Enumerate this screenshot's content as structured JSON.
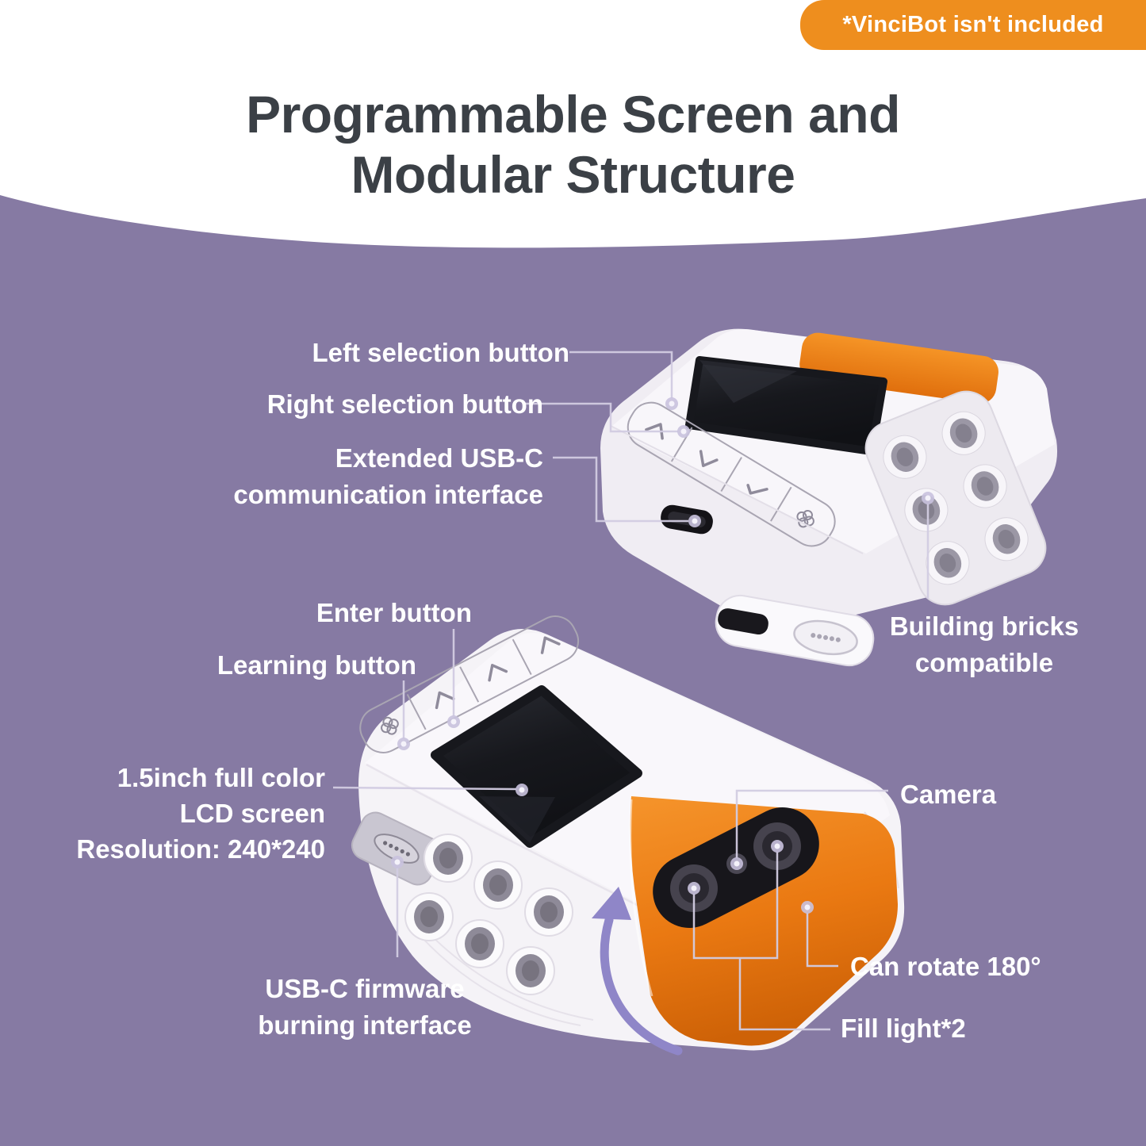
{
  "badge": {
    "text": "*VinciBot isn't included"
  },
  "title": {
    "text": "Programmable Screen and\nModular Structure"
  },
  "callouts": {
    "left_selection": "Left selection button",
    "right_selection": "Right selection button",
    "extended_usbc": "Extended USB-C\ncommunication interface",
    "enter": "Enter button",
    "learning": "Learning button",
    "lcd": "1.5inch full color\nLCD screen\nResolution: 240*240",
    "building_bricks": "Building bricks\ncompatible",
    "camera": "Camera",
    "can_rotate": "Can rotate 180°",
    "fill_light": "Fill light*2",
    "usbc_firmware": "USB-C firmware\nburning interface"
  },
  "colors": {
    "background": "#867AA3",
    "badge_orange": "#EE8E1E",
    "accent_orange": "#ED7D17",
    "title_text": "#3B4046",
    "label_text": "#FFFFFF",
    "callout_line": "#D2CCE2",
    "device_white": "#F5F3F7",
    "screen_black": "#1A1B20",
    "rotate_arrow": "#8F86C8"
  }
}
